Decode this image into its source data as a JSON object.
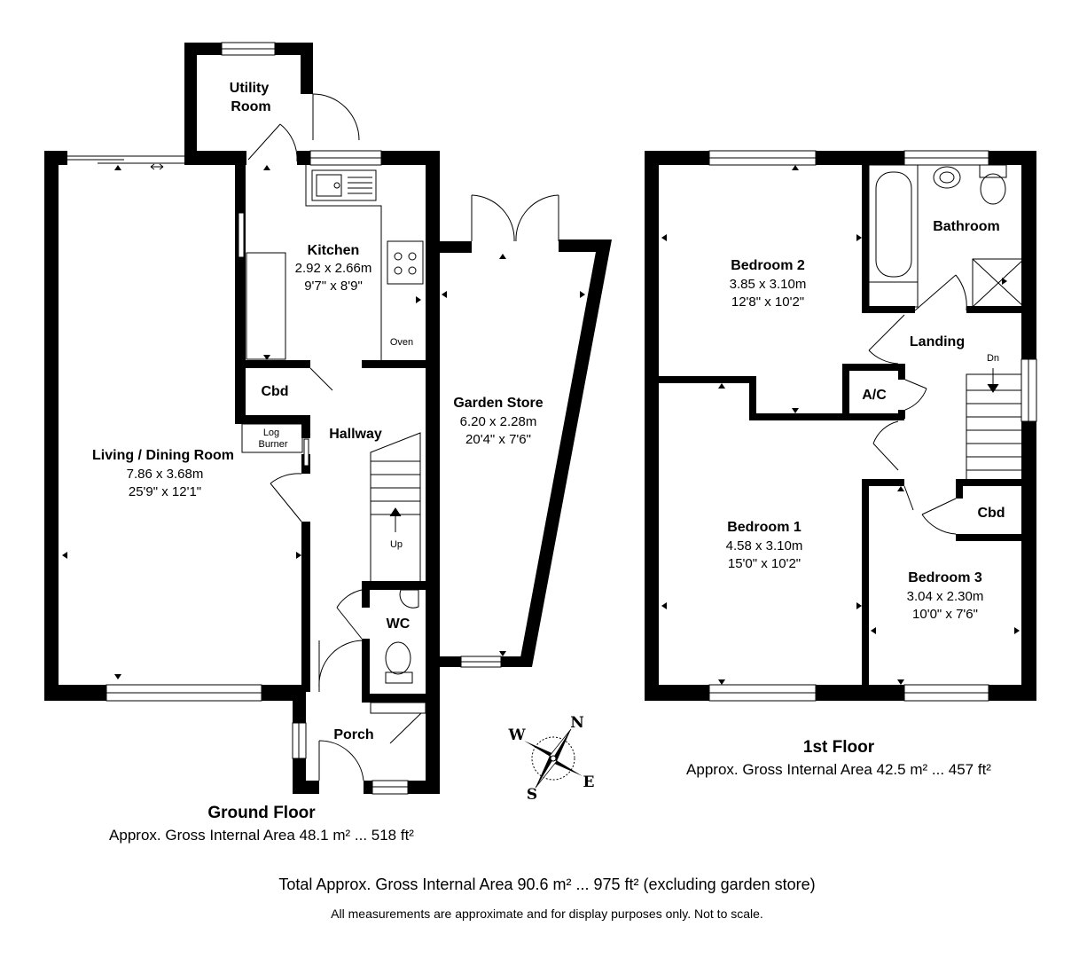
{
  "ground_floor": {
    "title": "Ground Floor",
    "area": "Approx. Gross Internal Area 48.1 m² ... 518 ft²",
    "rooms": {
      "utility_line1": "Utility",
      "utility_line2": "Room",
      "kitchen_name": "Kitchen",
      "kitchen_metric": "2.92 x 2.66m",
      "kitchen_imperial": "9'7\" x 8'9\"",
      "oven": "Oven",
      "cbd": "Cbd",
      "log_line1": "Log",
      "log_line2": "Burner",
      "hallway": "Hallway",
      "living_name": "Living / Dining Room",
      "living_metric": "7.86 x 3.68m",
      "living_imperial": "25'9\" x 12'1\"",
      "up": "Up",
      "wc": "WC",
      "porch": "Porch",
      "garden_name": "Garden Store",
      "garden_metric": "6.20 x 2.28m",
      "garden_imperial": "20'4\" x 7'6\""
    }
  },
  "first_floor": {
    "title": "1st Floor",
    "area": "Approx. Gross Internal Area 42.5 m² ... 457 ft²",
    "rooms": {
      "bathroom": "Bathroom",
      "bed2_name": "Bedroom 2",
      "bed2_metric": "3.85 x 3.10m",
      "bed2_imperial": "12'8\" x 10'2\"",
      "landing": "Landing",
      "dn": "Dn",
      "ac": "A/C",
      "cbd": "Cbd",
      "bed1_name": "Bedroom 1",
      "bed1_metric": "4.58 x 3.10m",
      "bed1_imperial": "15'0\" x 10'2\"",
      "bed3_name": "Bedroom 3",
      "bed3_metric": "3.04 x 2.30m",
      "bed3_imperial": "10'0\" x 7'6\""
    }
  },
  "compass": {
    "n": "N",
    "s": "S",
    "e": "E",
    "w": "W"
  },
  "total_area": "Total Approx. Gross Internal Area 90.6 m² ... 975 ft² (excluding garden store)",
  "disclaimer": "All measurements are approximate and for display purposes only. Not to scale.",
  "colors": {
    "wall": "#000000",
    "background": "#ffffff"
  }
}
